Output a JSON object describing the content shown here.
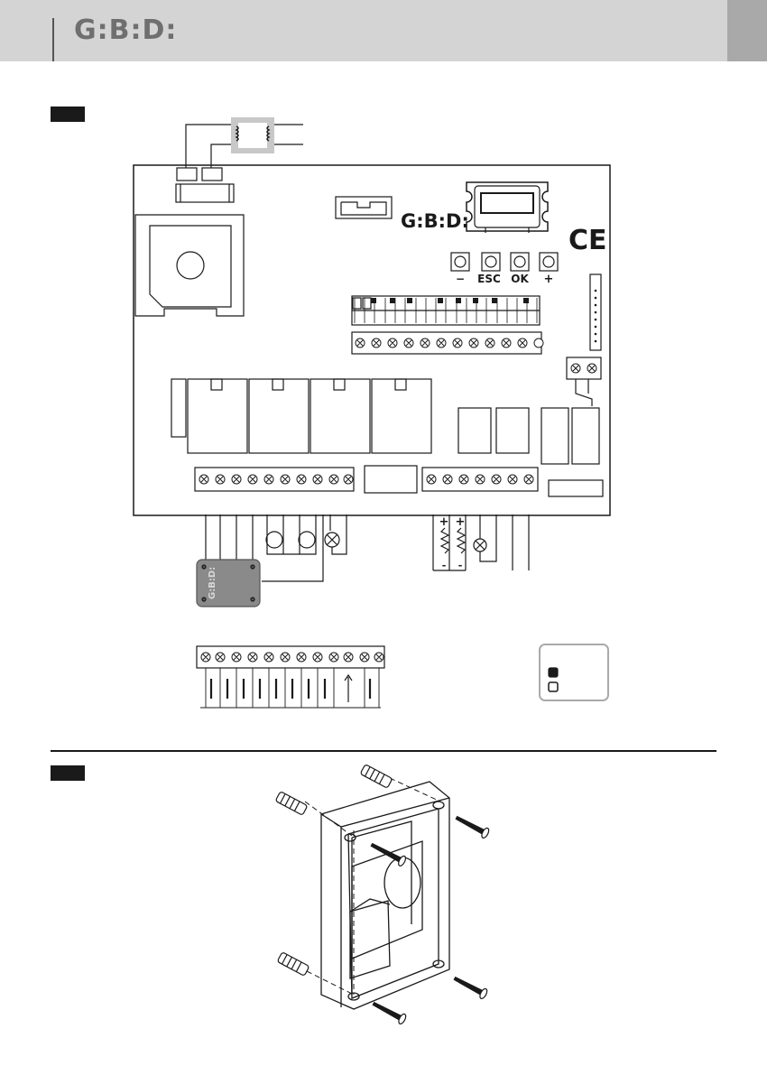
{
  "header": {
    "brand": "G:B:D:"
  },
  "board": {
    "logo": "G:B:D:",
    "ce_mark": "CE",
    "buttons": [
      {
        "label": "−"
      },
      {
        "label": "ESC"
      },
      {
        "label": "OK"
      },
      {
        "label": "+"
      }
    ]
  },
  "remote": {
    "logo": "G:B:D:"
  },
  "polarity": {
    "plus": "+",
    "minus": "-"
  }
}
